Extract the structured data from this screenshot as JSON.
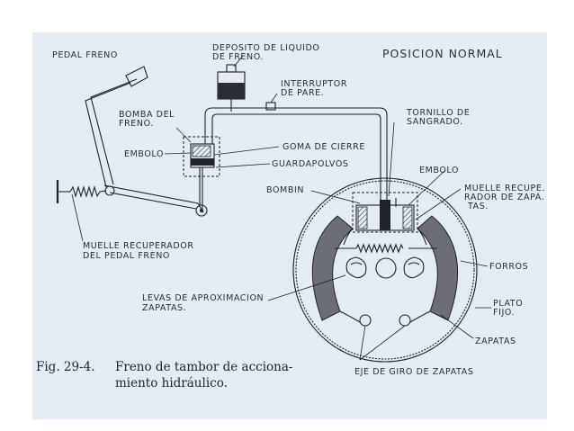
{
  "title": "POSICION NORMAL",
  "caption": {
    "number": "Fig. 29-4.",
    "line1": "Freno de tambor de acciona-",
    "line2": "miento hidráulico."
  },
  "labels": {
    "pedal_freno": "PEDAL FRENO",
    "deposito_1": "DEPOSITO DE LIQUIDO",
    "deposito_2": "DE FRENO.",
    "interruptor_1": "INTERRUPTOR",
    "interruptor_2": "DE PARE.",
    "tornillo_1": "TORNILLO DE",
    "tornillo_2": "SANGRADO.",
    "bomba_1": "BOMBA DEL",
    "bomba_2": "FRENO.",
    "embolo_left": "EMBOLO",
    "goma": "GOMA DE CIERRE",
    "guardapolvos": "GUARDAPOLVOS",
    "embolo_right": "EMBOLO",
    "bombin": "BOMBIN",
    "muelle_zapatas_1": "MUELLE RECUPE.",
    "muelle_zapatas_2": "RADOR DE ZAPA.",
    "muelle_zapatas_3": "TAS.",
    "muelle_pedal_1": "MUELLE RECUPERADOR",
    "muelle_pedal_2": "DEL PEDAL FRENO",
    "forros": "FORROS",
    "levas_1": "LEVAS DE APROXIMACION",
    "levas_2": "ZAPATAS.",
    "plato_1": "PLATO",
    "plato_2": "FIJO.",
    "zapatas": "ZAPATAS",
    "eje": "EJE DE GIRO DE ZAPATAS"
  },
  "colors": {
    "ink": "#1f232c",
    "paper": "#e4ebf2",
    "shoe": "#6b6e74"
  }
}
